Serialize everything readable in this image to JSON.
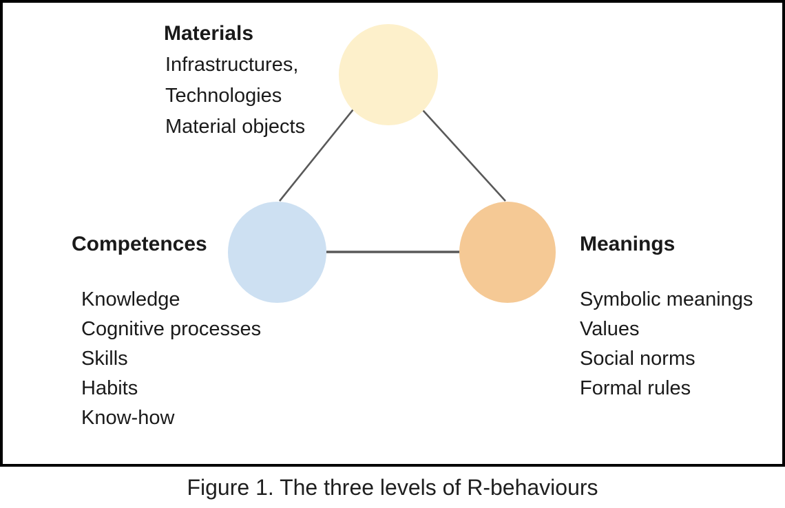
{
  "figure": {
    "caption": "Figure 1. The three levels of R-behaviours"
  },
  "nodes": {
    "materials": {
      "label": "Materials",
      "items": [
        "Infrastructures,",
        "Technologies",
        "Material objects"
      ],
      "color": "#FDF0CB"
    },
    "competences": {
      "label": "Competences",
      "items": [
        "Knowledge",
        "Cognitive processes",
        "Skills",
        "Habits",
        "Know-how"
      ],
      "color": "#CDE0F2"
    },
    "meanings": {
      "label": "Meanings",
      "items": [
        "Symbolic meanings",
        "Values",
        "Social norms",
        "Formal rules"
      ],
      "color": "#F5C995"
    }
  },
  "colors": {
    "connector": "#595959",
    "frame_border": "#000000",
    "text": "#1a1a1a"
  }
}
